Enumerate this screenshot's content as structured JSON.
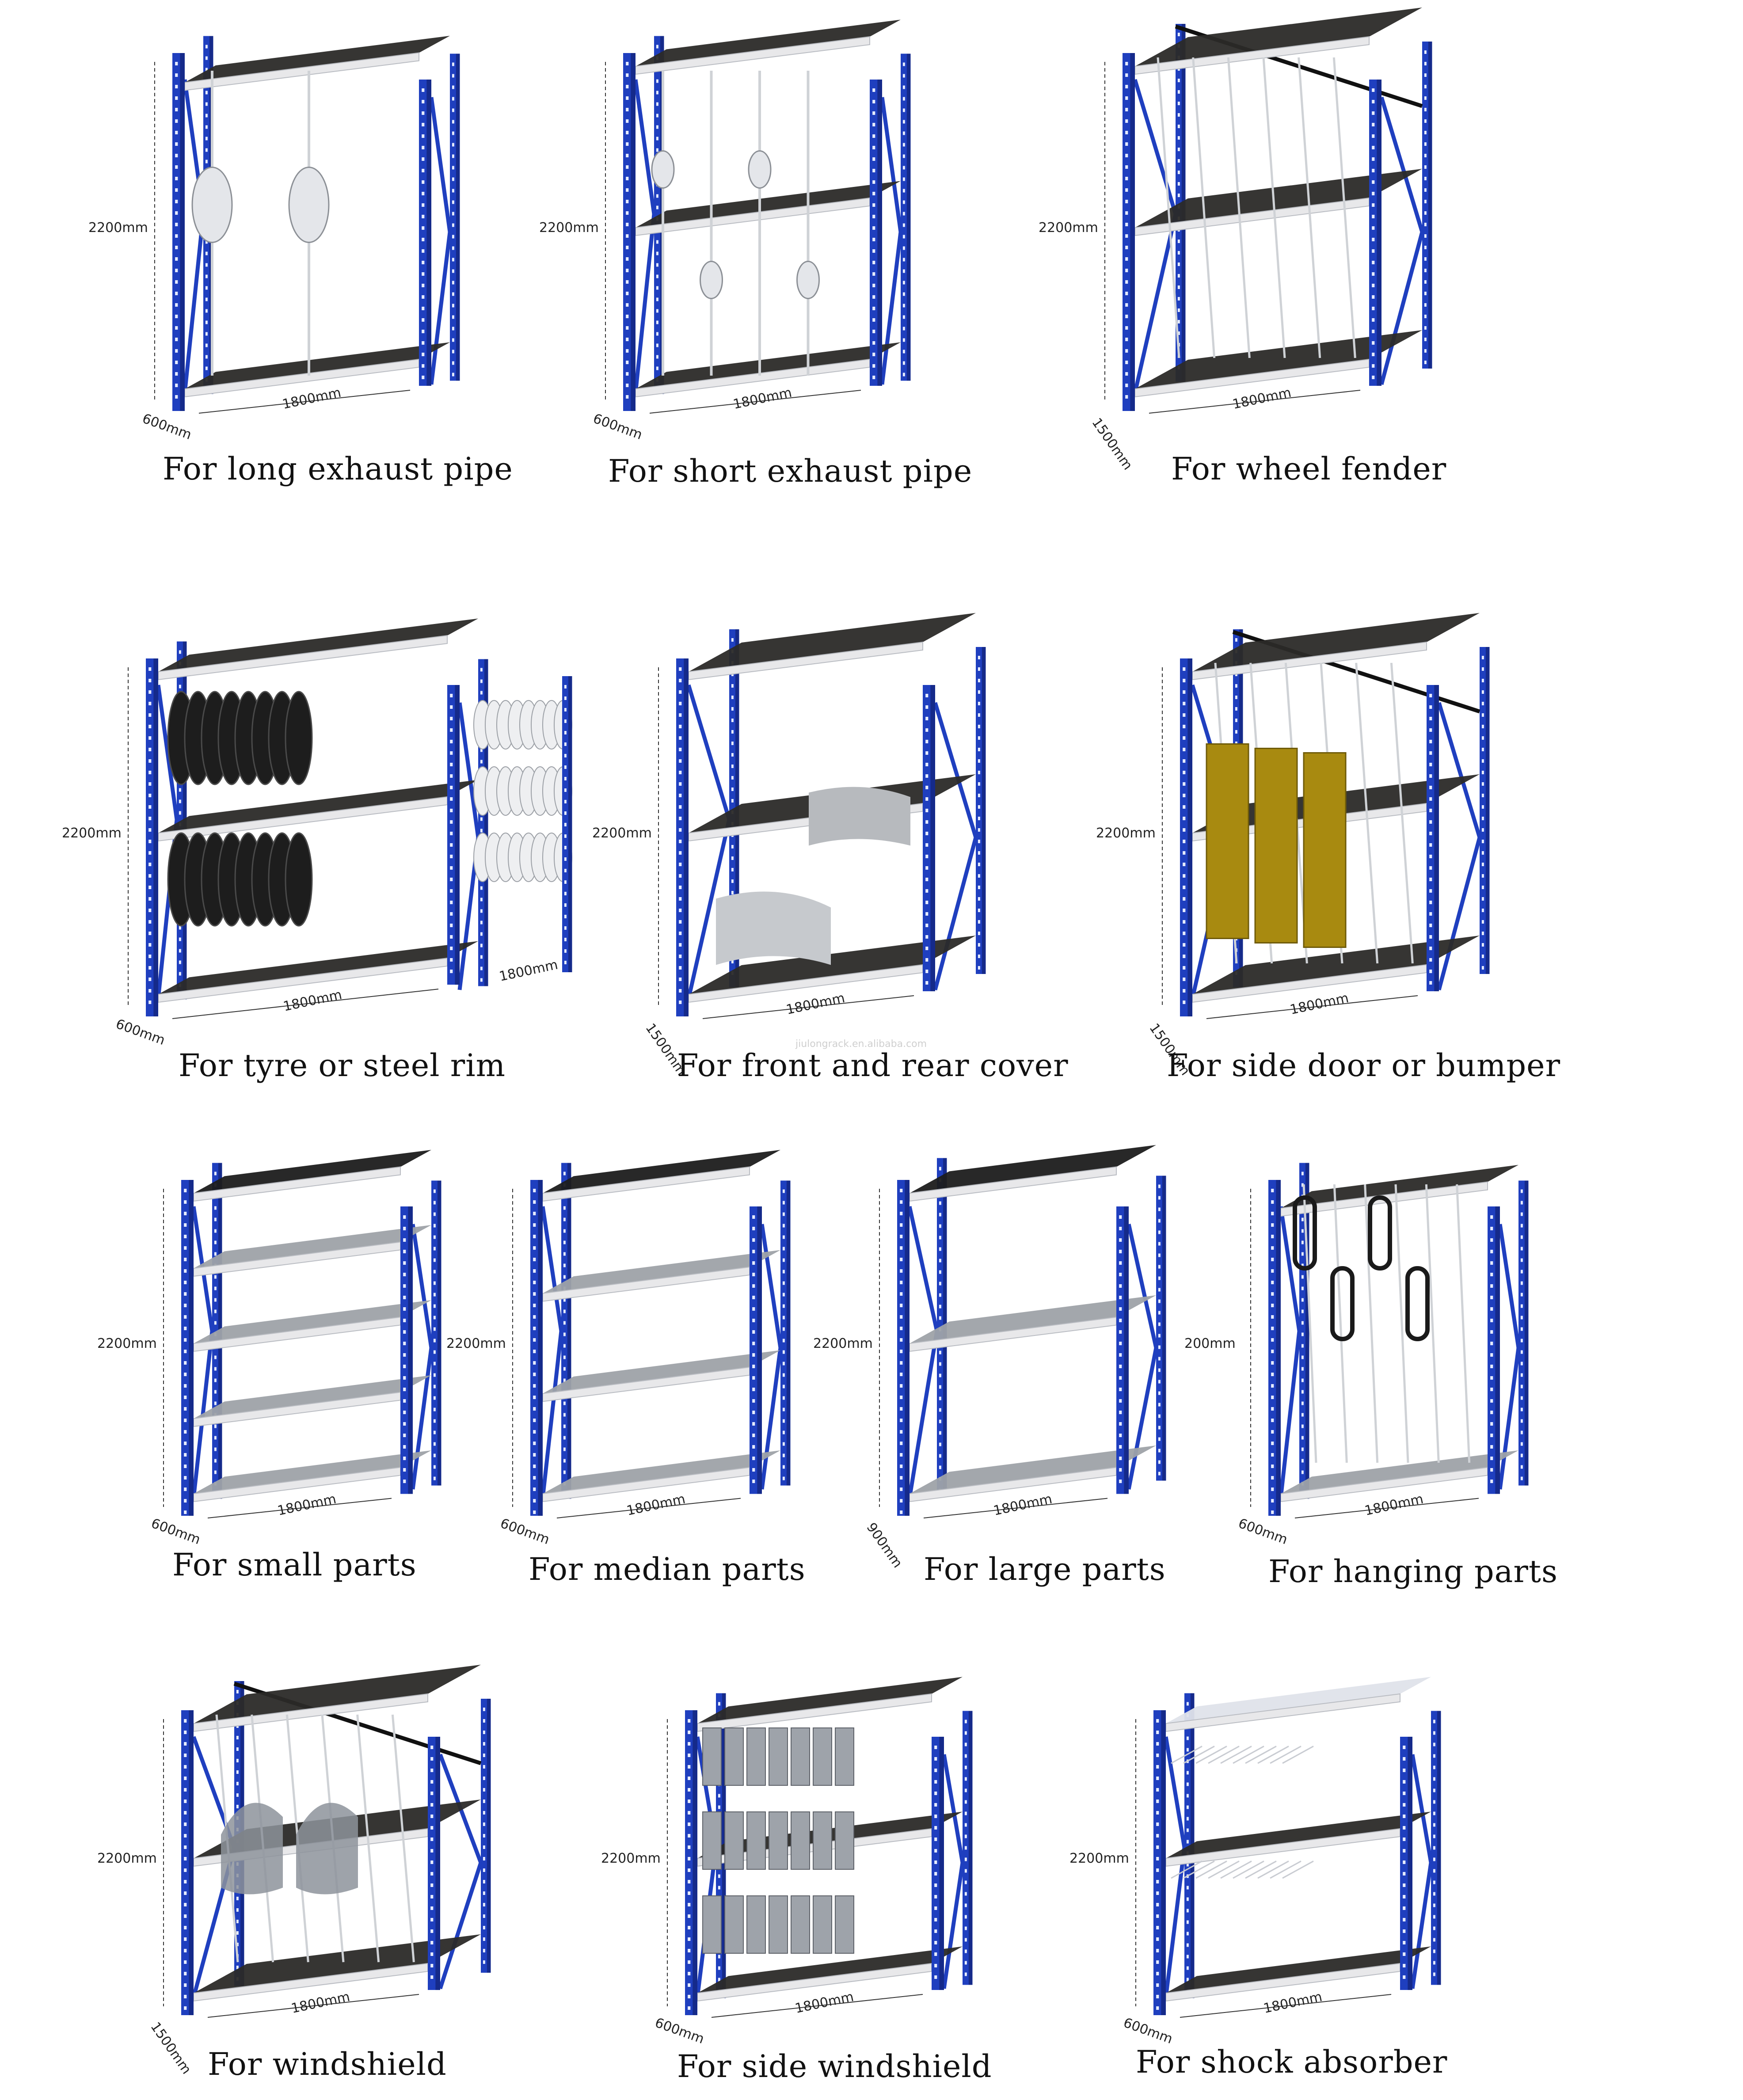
{
  "colors": {
    "upright": "#1f3fbf",
    "upright_dark": "#152a8a",
    "beam": "#e8e8ea",
    "deck": "#2b2a28",
    "wire": "#cfd2d6",
    "brace": "#111111",
    "panel": "#a88a10"
  },
  "watermark": "jiulongrack.en.alibaba.com",
  "items": [
    {
      "caption": "For long exhaust pipe",
      "height": "2200mm",
      "depth": "600mm",
      "length": "1800mm",
      "variant": "pipe-long"
    },
    {
      "caption": "For short exhaust pipe",
      "height": "2200mm",
      "depth": "600mm",
      "length": "1800mm",
      "variant": "pipe-short"
    },
    {
      "caption": "For wheel fender",
      "height": "2200mm",
      "depth": "1500mm",
      "length": "1800mm",
      "variant": "fender"
    },
    {
      "caption": "For tyre or steel rim",
      "height": "2200mm",
      "depth": "600mm",
      "length": "1800mm",
      "length2": "1800mm",
      "variant": "tyre"
    },
    {
      "caption": "For front and rear cover",
      "height": "2200mm",
      "depth": "1500mm",
      "length": "1800mm",
      "variant": "cover"
    },
    {
      "caption": "For side door or bumper",
      "height": "2200mm",
      "depth": "1500mm",
      "length": "1800mm",
      "variant": "door"
    },
    {
      "caption": "For small parts",
      "height": "2200mm",
      "depth": "600mm",
      "length": "1800mm",
      "variant": "small"
    },
    {
      "caption": "For median parts",
      "height": "2200mm",
      "depth": "600mm",
      "length": "1800mm",
      "variant": "median"
    },
    {
      "caption": "For large parts",
      "height": "2200mm",
      "depth": "900mm",
      "length": "1800mm",
      "variant": "large"
    },
    {
      "caption": "For hanging parts",
      "height": "200mm",
      "depth": "600mm",
      "length": "1800mm",
      "variant": "hanging"
    },
    {
      "caption": "For windshield",
      "height": "2200mm",
      "depth": "1500mm",
      "length": "1800mm",
      "variant": "windshield"
    },
    {
      "caption": "For side windshield",
      "height": "2200mm",
      "depth": "600mm",
      "length": "1800mm",
      "variant": "side-windshield"
    },
    {
      "caption": "For shock absorber",
      "height": "2200mm",
      "depth": "600mm",
      "length": "1800mm",
      "variant": "shock"
    }
  ]
}
